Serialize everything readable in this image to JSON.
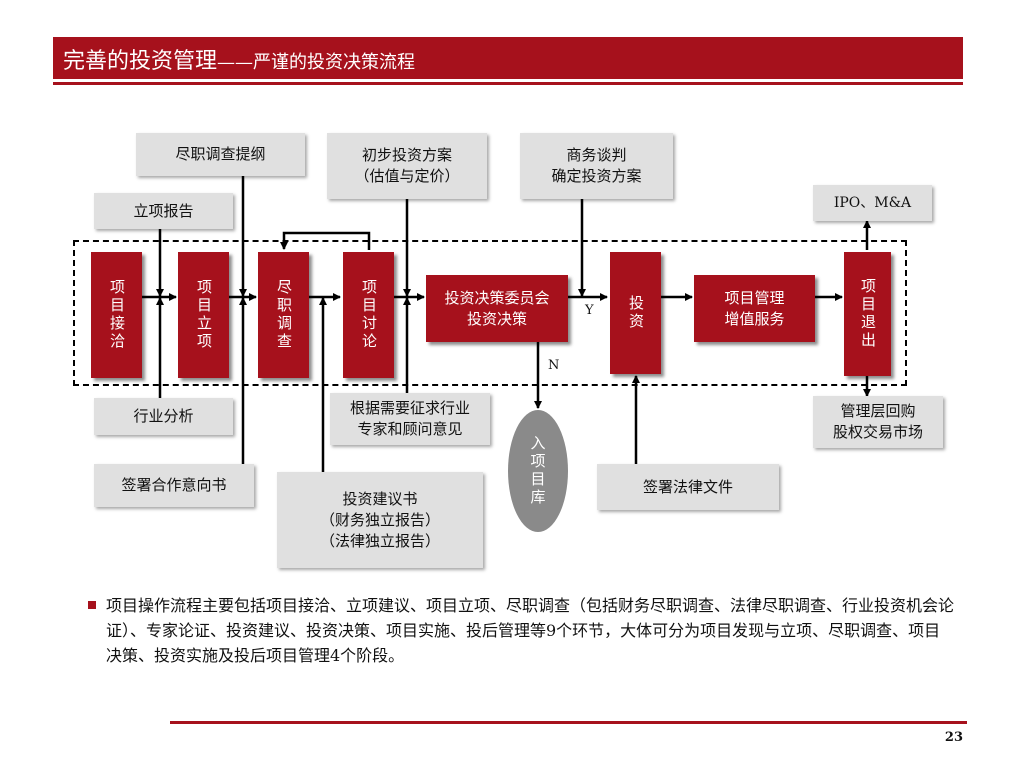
{
  "header": {
    "title_main": "完善的投资管理",
    "title_sub": "——严谨的投资决策流程"
  },
  "stages": {
    "engage": "项目接洽",
    "approve": "项目立项",
    "due_diligence": "尽职调查",
    "discuss": "项目讨论",
    "committee": "投资决策委员会\n投资决策",
    "invest": "投资",
    "manage": "项目管理\n增值服务",
    "exit": "项目退出"
  },
  "notes": {
    "dd_outline": "尽职调查提纲",
    "project_report": "立项报告",
    "prelim_plan": "初步投资方案\n（估值与定价）",
    "negotiation": "商务谈判\n确定投资方案",
    "ipo_ma": "IPO、M&A",
    "industry_analysis": "行业分析",
    "expert_opinion": "根据需要征求行业\n专家和顾问意见",
    "mgmt_buyback": "管理层回购\n股权交易市场",
    "loi": "签署合作意向书",
    "proposal": "投资建议书\n（财务独立报告）\n（法律独立报告）",
    "legal_docs": "签署法律文件"
  },
  "project_pool": "入项目库",
  "flags": {
    "yes": "Y",
    "no": "N"
  },
  "summary": "项目操作流程主要包括项目接洽、立项建议、项目立项、尽职调查（包括财务尽职调查、法律尽职调查、行业投资机会论证）、专家论证、投资建议、投资决策、项目实施、投后管理等9个环节，大体可分为项目发现与立项、尽职调查、项目决策、投资实施及投后项目管理4个阶段。",
  "page_number": "23",
  "colors": {
    "brand_red": "#a6111c",
    "note_grey": "#e0e0e0",
    "pool_grey": "#8a8a8a"
  }
}
